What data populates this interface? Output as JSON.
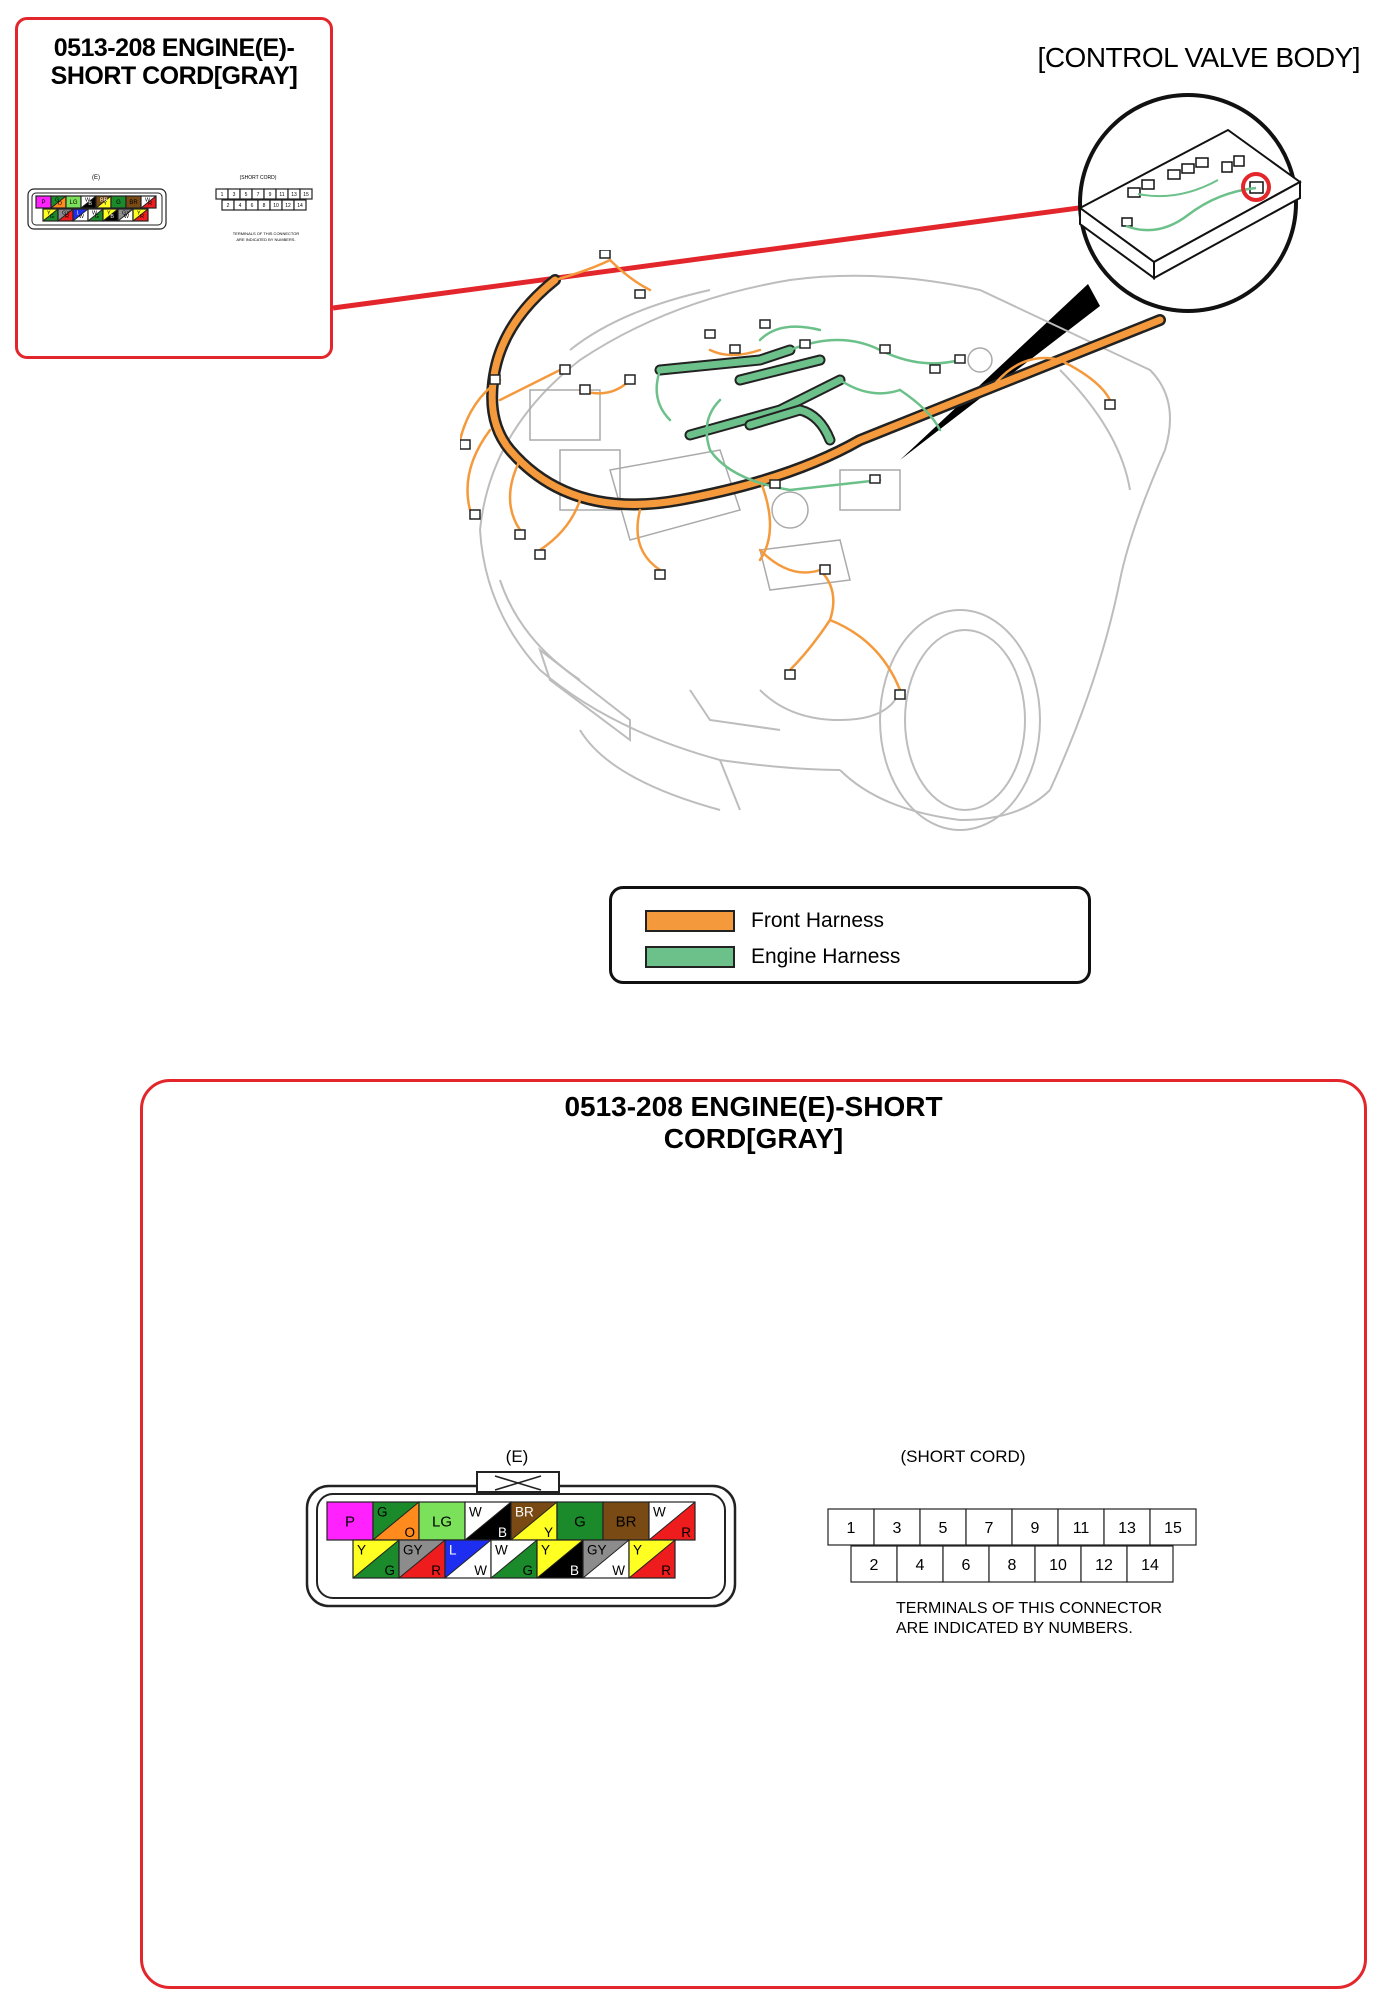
{
  "inset": {
    "title": "0513-208 ENGINE(E)-\nSHORT CORD[GRAY]",
    "side_label": "(E)",
    "sc_label": "(SHORT CORD)",
    "note": "TERMINALS OF THIS CONNECTOR\nARE INDICATED BY NUMBERS."
  },
  "location_label": "[CONTROL VALVE BODY]",
  "legend": {
    "items": [
      {
        "label": "Front Harness",
        "color": "#f59a3c"
      },
      {
        "label": "Engine Harness",
        "color": "#6cc18a"
      }
    ]
  },
  "connector": {
    "title": "0513-208 ENGINE(E)-SHORT\nCORD[GRAY]",
    "side_label": "(E)",
    "top_row": [
      {
        "kind": "solid",
        "label": "P",
        "color": "#ff22ff"
      },
      {
        "kind": "split",
        "base": "G",
        "stripe": "O",
        "base_color": "#1a8a2a",
        "stripe_color": "#ff8a1e"
      },
      {
        "kind": "solid",
        "label": "LG",
        "color": "#7be05a"
      },
      {
        "kind": "split",
        "base": "W",
        "stripe": "B",
        "base_color": "#ffffff",
        "stripe_color": "#000000"
      },
      {
        "kind": "split",
        "base": "BR",
        "stripe": "Y",
        "base_color": "#7a4a14",
        "stripe_color": "#ffff22"
      },
      {
        "kind": "solid",
        "label": "G",
        "color": "#1a8a2a"
      },
      {
        "kind": "solid",
        "label": "BR",
        "color": "#7a4a14"
      },
      {
        "kind": "split",
        "base": "W",
        "stripe": "R",
        "base_color": "#ffffff",
        "stripe_color": "#ee1c1c"
      }
    ],
    "bottom_row": [
      {
        "kind": "split",
        "base": "Y",
        "stripe": "G",
        "base_color": "#ffff22",
        "stripe_color": "#1a8a2a"
      },
      {
        "kind": "split",
        "base": "GY",
        "stripe": "R",
        "base_color": "#8c8c8c",
        "stripe_color": "#ee1c1c"
      },
      {
        "kind": "split",
        "base": "L",
        "stripe": "W",
        "base_color": "#1e2ef0",
        "stripe_color": "#ffffff"
      },
      {
        "kind": "split",
        "base": "W",
        "stripe": "G",
        "base_color": "#ffffff",
        "stripe_color": "#1a8a2a"
      },
      {
        "kind": "split",
        "base": "Y",
        "stripe": "B",
        "base_color": "#ffff22",
        "stripe_color": "#000000"
      },
      {
        "kind": "split",
        "base": "GY",
        "stripe": "W",
        "base_color": "#8c8c8c",
        "stripe_color": "#ffffff"
      },
      {
        "kind": "split",
        "base": "Y",
        "stripe": "R",
        "base_color": "#ffff22",
        "stripe_color": "#ee1c1c"
      }
    ]
  },
  "short_cord": {
    "label": "(SHORT CORD)",
    "top_row": [
      "1",
      "3",
      "5",
      "7",
      "9",
      "11",
      "13",
      "15"
    ],
    "bottom_row": [
      "2",
      "4",
      "6",
      "8",
      "10",
      "12",
      "14"
    ],
    "note": "TERMINALS OF THIS CONNECTOR\nARE INDICATED BY NUMBERS."
  },
  "colors": {
    "frame_red": "#e3262b",
    "front_harness": "#f59a3c",
    "engine_harness": "#6cc18a"
  }
}
